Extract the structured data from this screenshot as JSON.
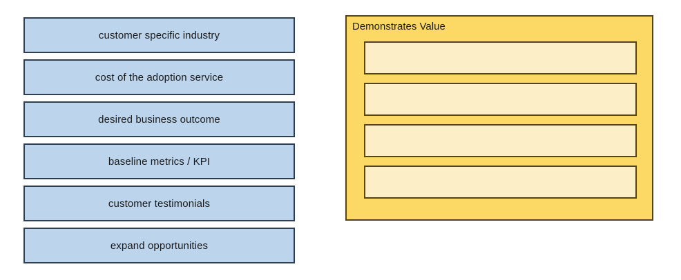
{
  "colors": {
    "source_fill": "#bcd5ec",
    "source_border": "#2f3e4f",
    "container_fill": "#fcd965",
    "container_border": "#54431b",
    "slot_fill": "#fceec6",
    "slot_border": "#54431b",
    "page_background": "#ffffff",
    "text": "#1a1a1a"
  },
  "source_panel": {
    "items": [
      {
        "label": "customer specific industry"
      },
      {
        "label": "cost of the adoption service"
      },
      {
        "label": "desired business outcome"
      },
      {
        "label": "baseline metrics / KPI"
      },
      {
        "label": "customer testimonials"
      },
      {
        "label": "expand opportunities"
      }
    ]
  },
  "drop_panel": {
    "title": "Demonstrates Value",
    "slots": [
      {
        "label": ""
      },
      {
        "label": ""
      },
      {
        "label": ""
      },
      {
        "label": ""
      }
    ]
  }
}
